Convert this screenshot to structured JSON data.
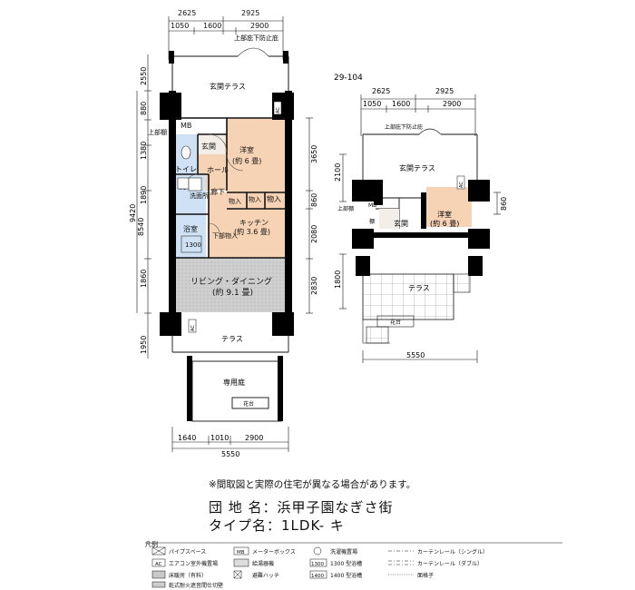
{
  "main_plan": {
    "top_dims": {
      "total_left": "2625",
      "total_right": "2925",
      "d1": "1050",
      "d2": "1600",
      "d3": "2900"
    },
    "top_note": "上部庇下防止庇",
    "left_dims": [
      "2550",
      "880",
      "1380",
      "1890",
      "1860",
      "1950"
    ],
    "left_totals": [
      "9420",
      "8540"
    ],
    "right_dims": [
      "3650",
      "860",
      "2080",
      "2830"
    ],
    "bottom_dims": {
      "d1": "1640",
      "d2": "1010",
      "d3": "2900",
      "total": "5550"
    },
    "rooms": {
      "entrance_terrace": "玄関テラス",
      "mb": "MB",
      "upper_shelf": "上部棚",
      "genkan": "玄関",
      "toilet": "トイレ",
      "hall": "ホール",
      "washroom_icon": "洗",
      "washroom": "洗面所",
      "corridor": "廊下",
      "closet1": "物入",
      "closet2": "物入",
      "closet3": "物入",
      "bath": "浴室",
      "bath_size": "1300",
      "lower_closet": "下部物入",
      "western_room": "洋室",
      "western_size": "(約 6 畳)",
      "kitchen": "キッチン",
      "kitchen_size": "(約 3.6 畳)",
      "living": "リビング・ダイニング",
      "living_size": "(約 9.1 畳)",
      "terrace": "テラス",
      "garden": "専用庭",
      "flower_bed": "花台",
      "ac": "AC"
    }
  },
  "sub_plan": {
    "label": "29-104",
    "top_dims": {
      "total_left": "2625",
      "total_right": "2925",
      "d1": "1050",
      "d2": "1600",
      "d3": "2900"
    },
    "top_note": "上部庇下防止庇",
    "left_dims": [
      "2100",
      "1800"
    ],
    "right_dims": [
      "860"
    ],
    "bottom_total": "5550",
    "rooms": {
      "entrance_terrace": "玄関テラス",
      "western_room": "洋室",
      "western_size": "(約 6 畳)",
      "upper_shelf": "上部棚",
      "mb": "MB",
      "genkan": "玄関",
      "terrace": "テラス",
      "flower_bed": "花台",
      "ac": "AC",
      "shoe": "棚"
    }
  },
  "note": "※間取図と実際の住宅が異なる場合があります。",
  "info": {
    "name_label": "団 地 名：",
    "name_value": "浜甲子園なぎさ街",
    "type_label": "タイプ名：",
    "type_value": "1LDK- キ"
  },
  "legend": {
    "title": "凡例",
    "items": [
      "パイプスペース",
      "メーターボックス",
      "洗濯機置場",
      "カーテンレール（シングル）",
      "エアコン室外機置場",
      "給湯器機",
      "1300 型浴槽",
      "カーテンレール（ダブル）",
      "床暖房（有料）",
      "避難ハッチ",
      "1400 型浴槽",
      "面格子",
      "乾式耐火遮音間仕切壁"
    ],
    "mb_box": "MB",
    "ac_box": "AC",
    "bath1300": "1300",
    "bath1400": "1400"
  },
  "colors": {
    "wall": "#000000",
    "orange": "#f7d3b5",
    "blue": "#cfe1f4",
    "gray": "#c9c9c9",
    "line": "#222222"
  }
}
